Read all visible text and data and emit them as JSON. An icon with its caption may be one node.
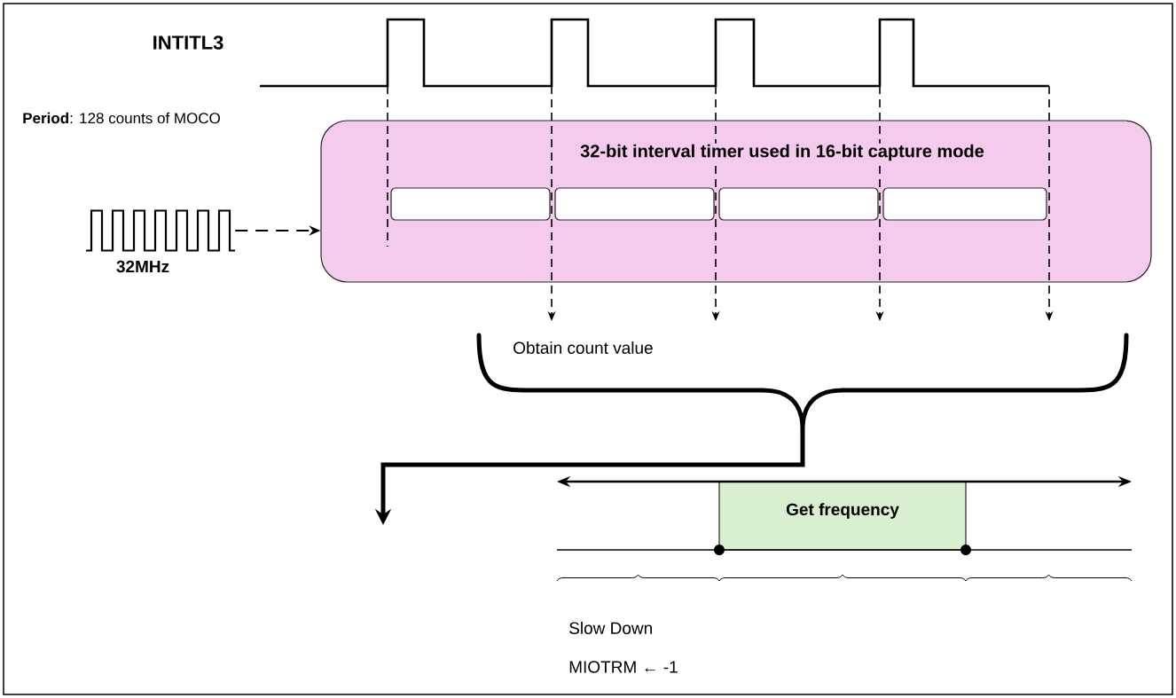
{
  "diagram": {
    "nodes": [
      {
        "text": [
          "32-bit interval timer used in 16-bit capture mode"
        ]
      },
      {
        "text": [],
        "shape": "box",
        "in": 0
      },
      {
        "text": [],
        "shape": "box",
        "in": 0
      },
      {
        "text": [],
        "shape": "box",
        "in": 0
      },
      {
        "text": [],
        "shape": "box",
        "in": 0
      },
      {
        "text": [],
        "shape": "picture",
        "beside": [
          "32MHz"
        ]
      },
      {
        "text": [
          "Get frequency"
        ]
      }
    ],
    "edges": [
      {
        "from": 5,
        "to": 0,
        "arrow": "to",
        "style": "dashed"
      }
    ],
    "labels": [
      "INTITL3",
      "**Period**: 128 counts of MOCO",
      "Obtain count value",
      "Slow Down",
      "MIOTRM ← -1"
    ]
  }
}
